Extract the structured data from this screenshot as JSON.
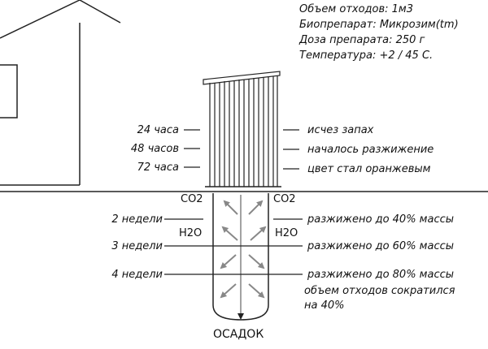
{
  "info": {
    "volume": "Объем отходов:  1м3",
    "product": "Биопрепарат: Микрозим(tm)",
    "dose": "Доза препарата: 250 г",
    "temperature": "Температура: +2 / 45 С."
  },
  "times_left": [
    "24 часа",
    "48 часов",
    "72 часа"
  ],
  "events_right": [
    "исчез запах",
    "началось разжижение",
    "цвет стал оранжевым"
  ],
  "weeks": [
    "2 недели",
    "3 недели",
    "4 недели"
  ],
  "liquefied": [
    "разжижено до 40% массы",
    "разжижено до 60% массы",
    "разжижено до 80% массы"
  ],
  "volume_reduced": [
    "объем отходов сократился",
    "на 40%"
  ],
  "gases": {
    "co2_left": "CO2",
    "co2_right": "CO2",
    "h2o_left": "H2O",
    "h2o_right": "H2O"
  },
  "sediment": "ОСАДОК"
}
